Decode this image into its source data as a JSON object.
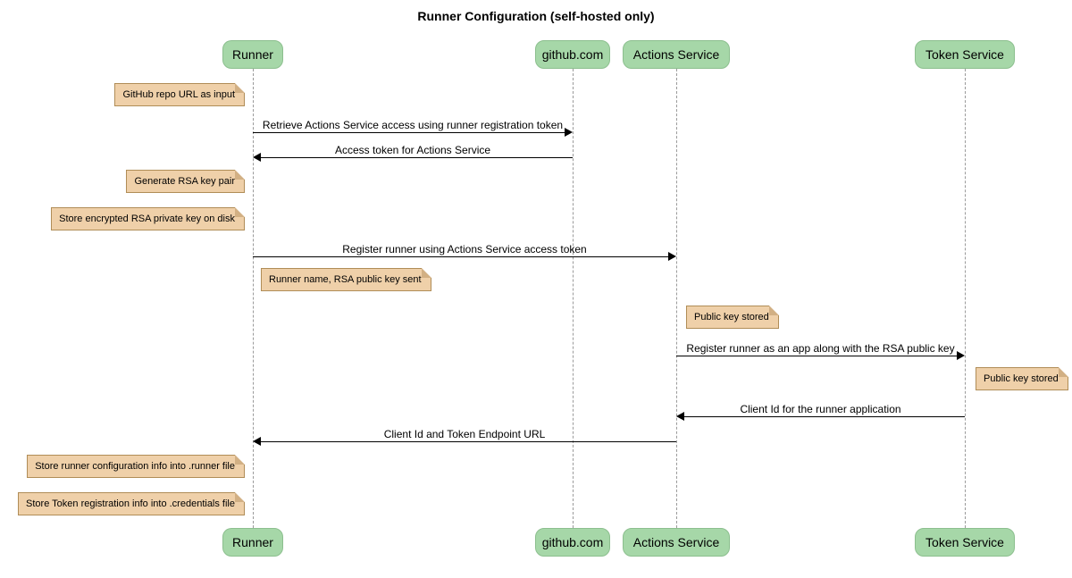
{
  "title": "Runner Configuration (self-hosted only)",
  "colors": {
    "participant_fill": "#a6d7a8",
    "participant_border": "#8cbf8e",
    "note_fill": "#efd0a9",
    "note_border": "#b08d57",
    "lifeline": "#9a9a9a",
    "arrow": "#000000",
    "background": "#ffffff"
  },
  "participants": [
    {
      "label": "Runner"
    },
    {
      "label": "github.com"
    },
    {
      "label": "Actions Service"
    },
    {
      "label": "Token Service"
    }
  ],
  "notes": [
    {
      "text": "GitHub repo URL as input",
      "anchor": "left of Runner"
    },
    {
      "text": "Generate RSA key pair",
      "anchor": "left of Runner"
    },
    {
      "text": "Store encrypted RSA private key on disk",
      "anchor": "left of Runner"
    },
    {
      "text": "Runner name, RSA public key sent",
      "anchor": "right of Runner"
    },
    {
      "text": "Public key stored",
      "anchor": "right of Actions Service"
    },
    {
      "text": "Public key stored",
      "anchor": "right of Token Service"
    },
    {
      "text": "Store runner configuration info into .runner file",
      "anchor": "left of Runner"
    },
    {
      "text": "Store Token registration info into .credentials file",
      "anchor": "left of Runner"
    }
  ],
  "messages": [
    {
      "label": "Retrieve Actions Service access using runner registration token",
      "from": "Runner",
      "to": "github.com",
      "direction": "right"
    },
    {
      "label": "Access token for Actions Service",
      "from": "github.com",
      "to": "Runner",
      "direction": "left"
    },
    {
      "label": "Register runner using Actions Service access token",
      "from": "Runner",
      "to": "Actions Service",
      "direction": "right"
    },
    {
      "label": "Register runner as an app along with the RSA public key",
      "from": "Actions Service",
      "to": "Token Service",
      "direction": "right"
    },
    {
      "label": "Client Id for the runner application",
      "from": "Token Service",
      "to": "Actions Service",
      "direction": "left"
    },
    {
      "label": "Client Id and Token Endpoint URL",
      "from": "Actions Service",
      "to": "Runner",
      "direction": "left"
    }
  ]
}
